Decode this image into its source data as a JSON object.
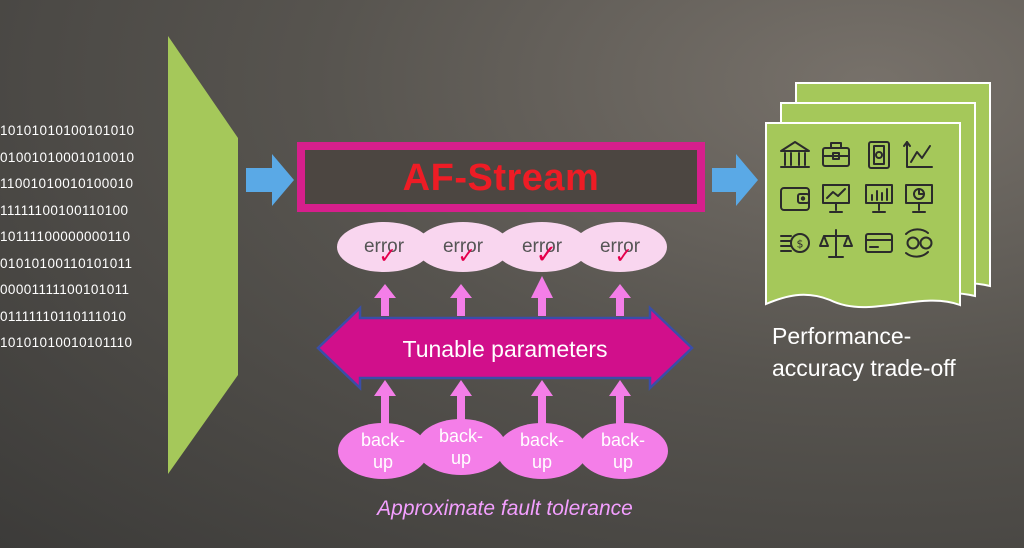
{
  "binary_lines": [
    "10101010100101010",
    "01001010001010010",
    "11001010010100010",
    "11111100100110100",
    "10111100000000110",
    "01010100110101011",
    "00001111100101011",
    "01111110110111010",
    "10101010010101110"
  ],
  "af_stream": {
    "title": "AF-Stream"
  },
  "errors": [
    "error",
    "error",
    "error",
    "error"
  ],
  "tunable": {
    "label": "Tunable parameters"
  },
  "backups": [
    "back-\nup",
    "back-\nup",
    "back-\nup",
    "back-\nup"
  ],
  "caption": "Approximate fault tolerance",
  "output": {
    "label_line1": "Performance-",
    "label_line2": "accuracy trade-off"
  },
  "icons": [
    "bank-icon",
    "briefcase-icon",
    "banknote-icon",
    "growth-chart-icon",
    "wallet-icon",
    "line-presentation-icon",
    "bar-presentation-icon",
    "pie-presentation-icon",
    "coins-icon",
    "balance-scale-icon",
    "credit-card-icon",
    "currency-exchange-icon"
  ],
  "colors": {
    "funnel": "#a5c85a",
    "arrow_blue": "#5aa9e6",
    "af_border": "#d61f8c",
    "af_title": "#ee1c25",
    "error_fill": "#f9d6ef",
    "check": "#e5004c",
    "tunable_fill": "#d10f8b",
    "tunable_border": "#3a4ea8",
    "pink_arrow": "#f47ee8",
    "backup_fill": "#f47ee8",
    "caption": "#f39fff",
    "document": "#a5c85a"
  }
}
